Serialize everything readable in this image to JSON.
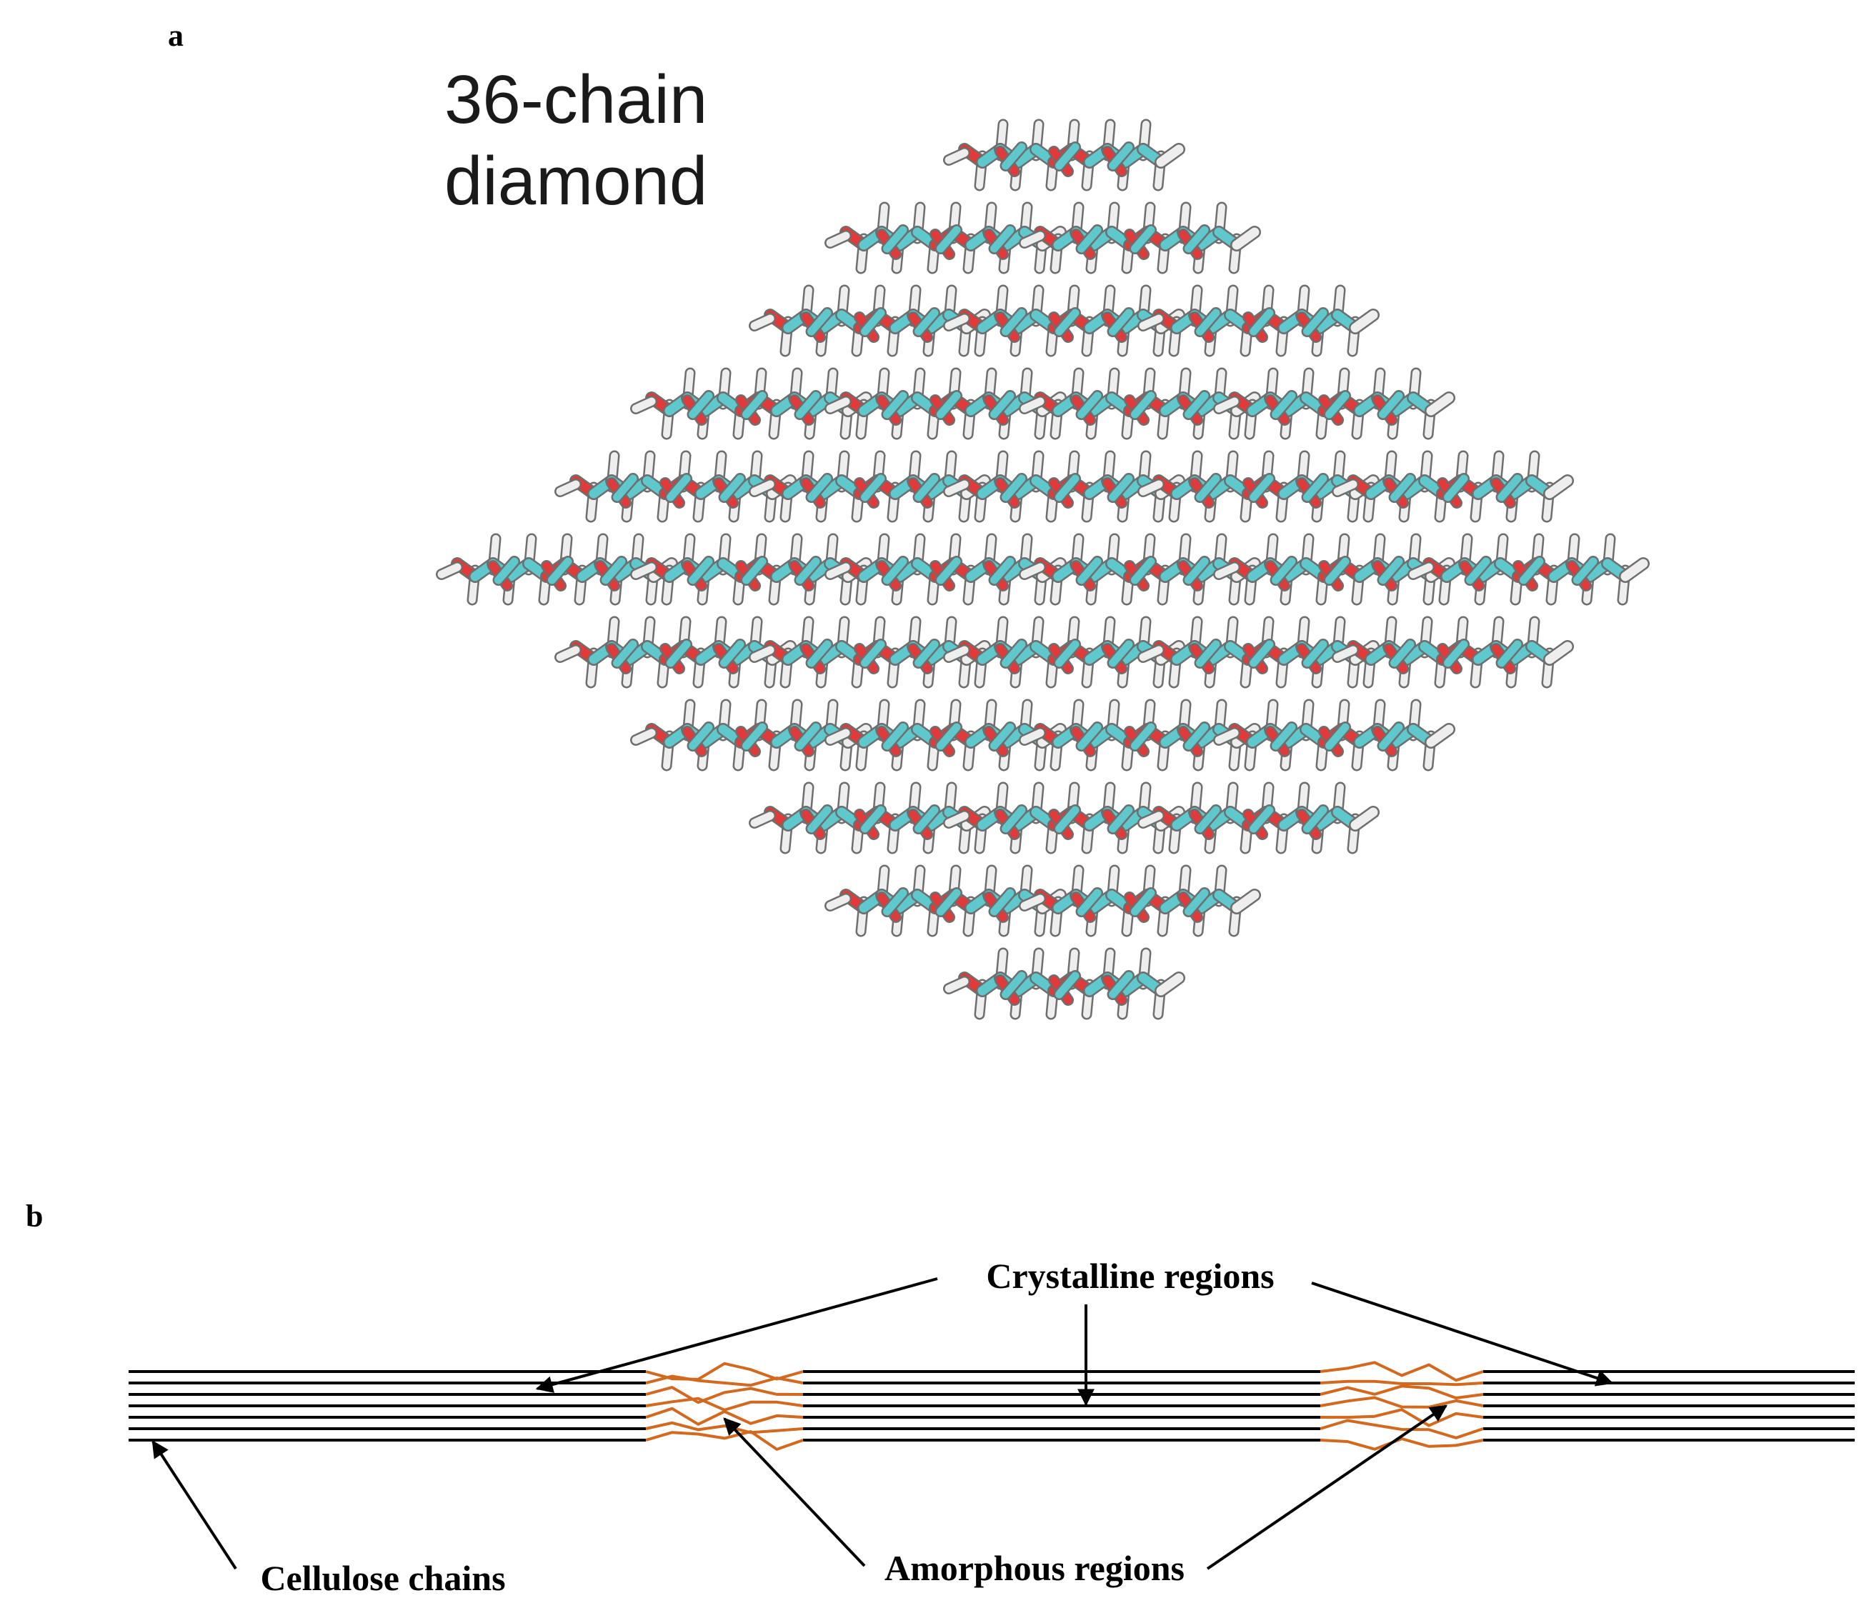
{
  "panel_a": {
    "letter": "a",
    "title_line1": "36-chain",
    "title_line2": "diamond",
    "chains_per_row": [
      1,
      2,
      3,
      4,
      5,
      6,
      5,
      4,
      3,
      2,
      1
    ],
    "colors": {
      "carbon": "#5ec8cc",
      "oxygen": "#e03a3a",
      "hydrogen": "#eeeeee",
      "outline": "#6e6e6e"
    }
  },
  "panel_b": {
    "letter": "b",
    "crystalline_label": "Crystalline regions",
    "amorphous_label": "Amorphous regions",
    "cellulose_label": "Cellulose chains",
    "line_count": 7,
    "colors": {
      "chain": "#000000",
      "amorphous": "#d2691e"
    }
  }
}
